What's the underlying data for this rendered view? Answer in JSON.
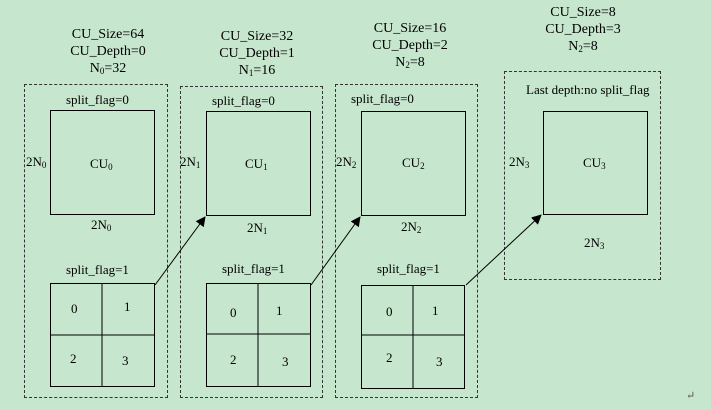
{
  "stages": [
    {
      "size": "CU_Size=64",
      "depth": "CU_Depth=0",
      "n_pre": "N",
      "n_sub": "0",
      "n_post": "=32",
      "split_top": "split_flag=0",
      "side_pre": "2N",
      "side_sub": "0",
      "cu_pre": "CU",
      "cu_sub": "0",
      "bot_pre": "2N",
      "bot_sub": "0",
      "split_bottom": "split_flag=1",
      "quads": [
        "0",
        "1",
        "2",
        "3"
      ]
    },
    {
      "size": "CU_Size=32",
      "depth": "CU_Depth=1",
      "n_pre": "N",
      "n_sub": "1",
      "n_post": "=16",
      "split_top": "split_flag=0",
      "side_pre": "2N",
      "side_sub": "1",
      "cu_pre": "CU",
      "cu_sub": "1",
      "bot_pre": "2N",
      "bot_sub": "1",
      "split_bottom": "split_flag=1",
      "quads": [
        "0",
        "1",
        "2",
        "3"
      ]
    },
    {
      "size": "CU_Size=16",
      "depth": "CU_Depth=2",
      "n_pre": "N",
      "n_sub": "2",
      "n_post": "=8",
      "split_top": "split_flag=0",
      "side_pre": "2N",
      "side_sub": "2",
      "cu_pre": "CU",
      "cu_sub": "2",
      "bot_pre": "2N",
      "bot_sub": "2",
      "split_bottom": "split_flag=1",
      "quads": [
        "0",
        "1",
        "2",
        "3"
      ]
    },
    {
      "size": "CU_Size=8",
      "depth": "CU_Depth=3",
      "n_pre": "N",
      "n_sub": "2",
      "n_post": "=8",
      "split_top": "Last depth:no split_flag",
      "side_pre": "2N",
      "side_sub": "3",
      "cu_pre": "CU",
      "cu_sub": "3",
      "bot_pre": "2N",
      "bot_sub": "3"
    }
  ],
  "return_mark": "↵"
}
